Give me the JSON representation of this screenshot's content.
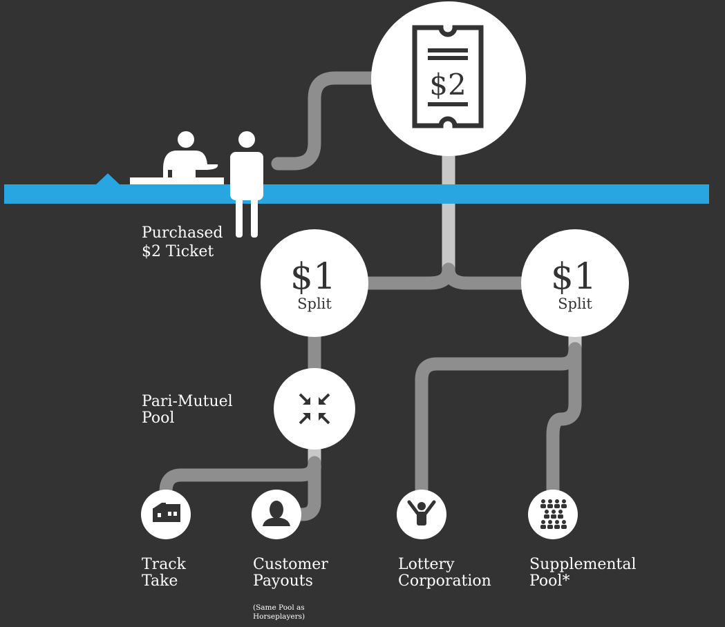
{
  "colors": {
    "background": "#333334",
    "counter_line": "#27A6E1",
    "track_dark": "#8E8E8E",
    "track_light": "#C8C8C8",
    "node_fill": "#FFFFFF",
    "icon_dark": "#333334"
  },
  "ticket": {
    "amount": "$2",
    "icon": "ticket-icon"
  },
  "splits": [
    {
      "amount": "$1",
      "label": "Split"
    },
    {
      "amount": "$1",
      "label": "Split"
    }
  ],
  "labels": {
    "purchased": {
      "line1": "Purchased",
      "line2": "$2 Ticket"
    },
    "pool": {
      "line1": "Pari-Mutuel",
      "line2": "Pool",
      "icon": "compress-arrows-icon"
    }
  },
  "destinations": [
    {
      "line1": "Track",
      "line2": "Take",
      "icon": "track-building-icon"
    },
    {
      "line1": "Customer",
      "line2": "Payouts",
      "icon": "person-bust-icon",
      "note_line1": "(Same Pool as",
      "note_line2": "Horseplayers)"
    },
    {
      "line1": "Lottery",
      "line2": "Corporation",
      "icon": "cheering-person-icon"
    },
    {
      "line1": "Supplemental",
      "line2": "Pool*",
      "icon": "crowd-icon"
    }
  ]
}
